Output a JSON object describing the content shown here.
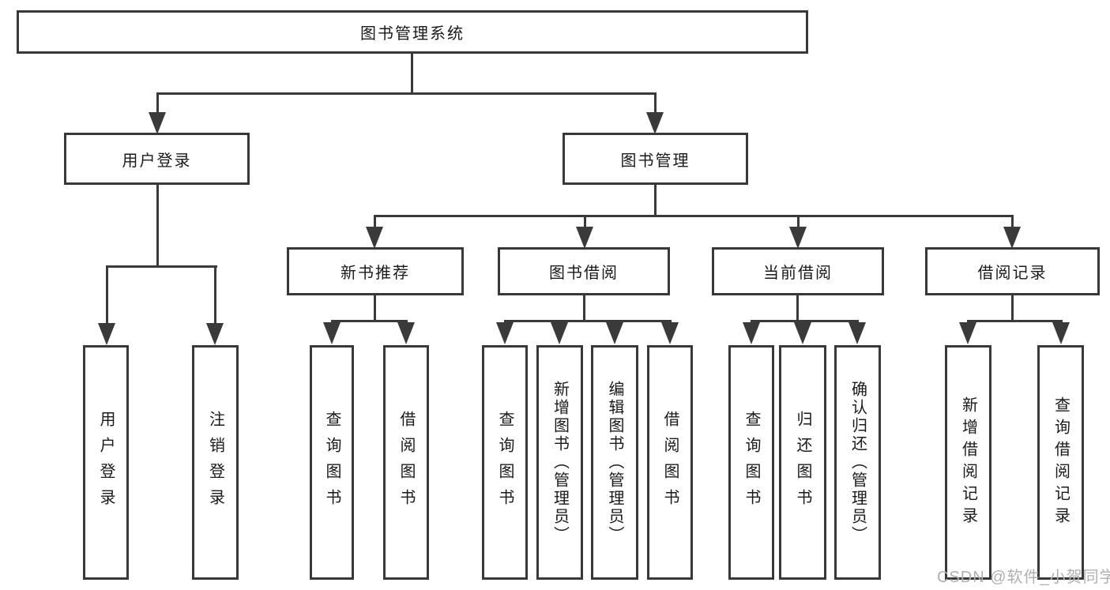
{
  "tree": {
    "root": {
      "label": "图书管理系统"
    },
    "children": [
      {
        "label": "用户登录",
        "children": [
          {
            "label": "用户登录"
          },
          {
            "label": "注销登录"
          }
        ]
      },
      {
        "label": "图书管理",
        "children": [
          {
            "label": "新书推荐",
            "children": [
              {
                "label": "查询图书"
              },
              {
                "label": "借阅图书"
              }
            ]
          },
          {
            "label": "图书借阅",
            "children": [
              {
                "label": "查询图书"
              },
              {
                "label": "新增图书（管理员）"
              },
              {
                "label": "编辑图书（管理员）"
              },
              {
                "label": "借阅图书"
              }
            ]
          },
          {
            "label": "当前借阅",
            "children": [
              {
                "label": "查询图书"
              },
              {
                "label": "归还图书"
              },
              {
                "label": "确认归还（管理员）"
              }
            ]
          },
          {
            "label": "借阅记录",
            "children": [
              {
                "label": "新增借阅记录"
              },
              {
                "label": "查询借阅记录"
              }
            ]
          }
        ]
      }
    ]
  },
  "watermark": {
    "text": "CSDN @软件_小贺同学"
  },
  "colors": {
    "line": "#3a3a3a",
    "text": "#1a1a1a",
    "watermark": "#b0b0b0",
    "background": "#ffffff"
  }
}
